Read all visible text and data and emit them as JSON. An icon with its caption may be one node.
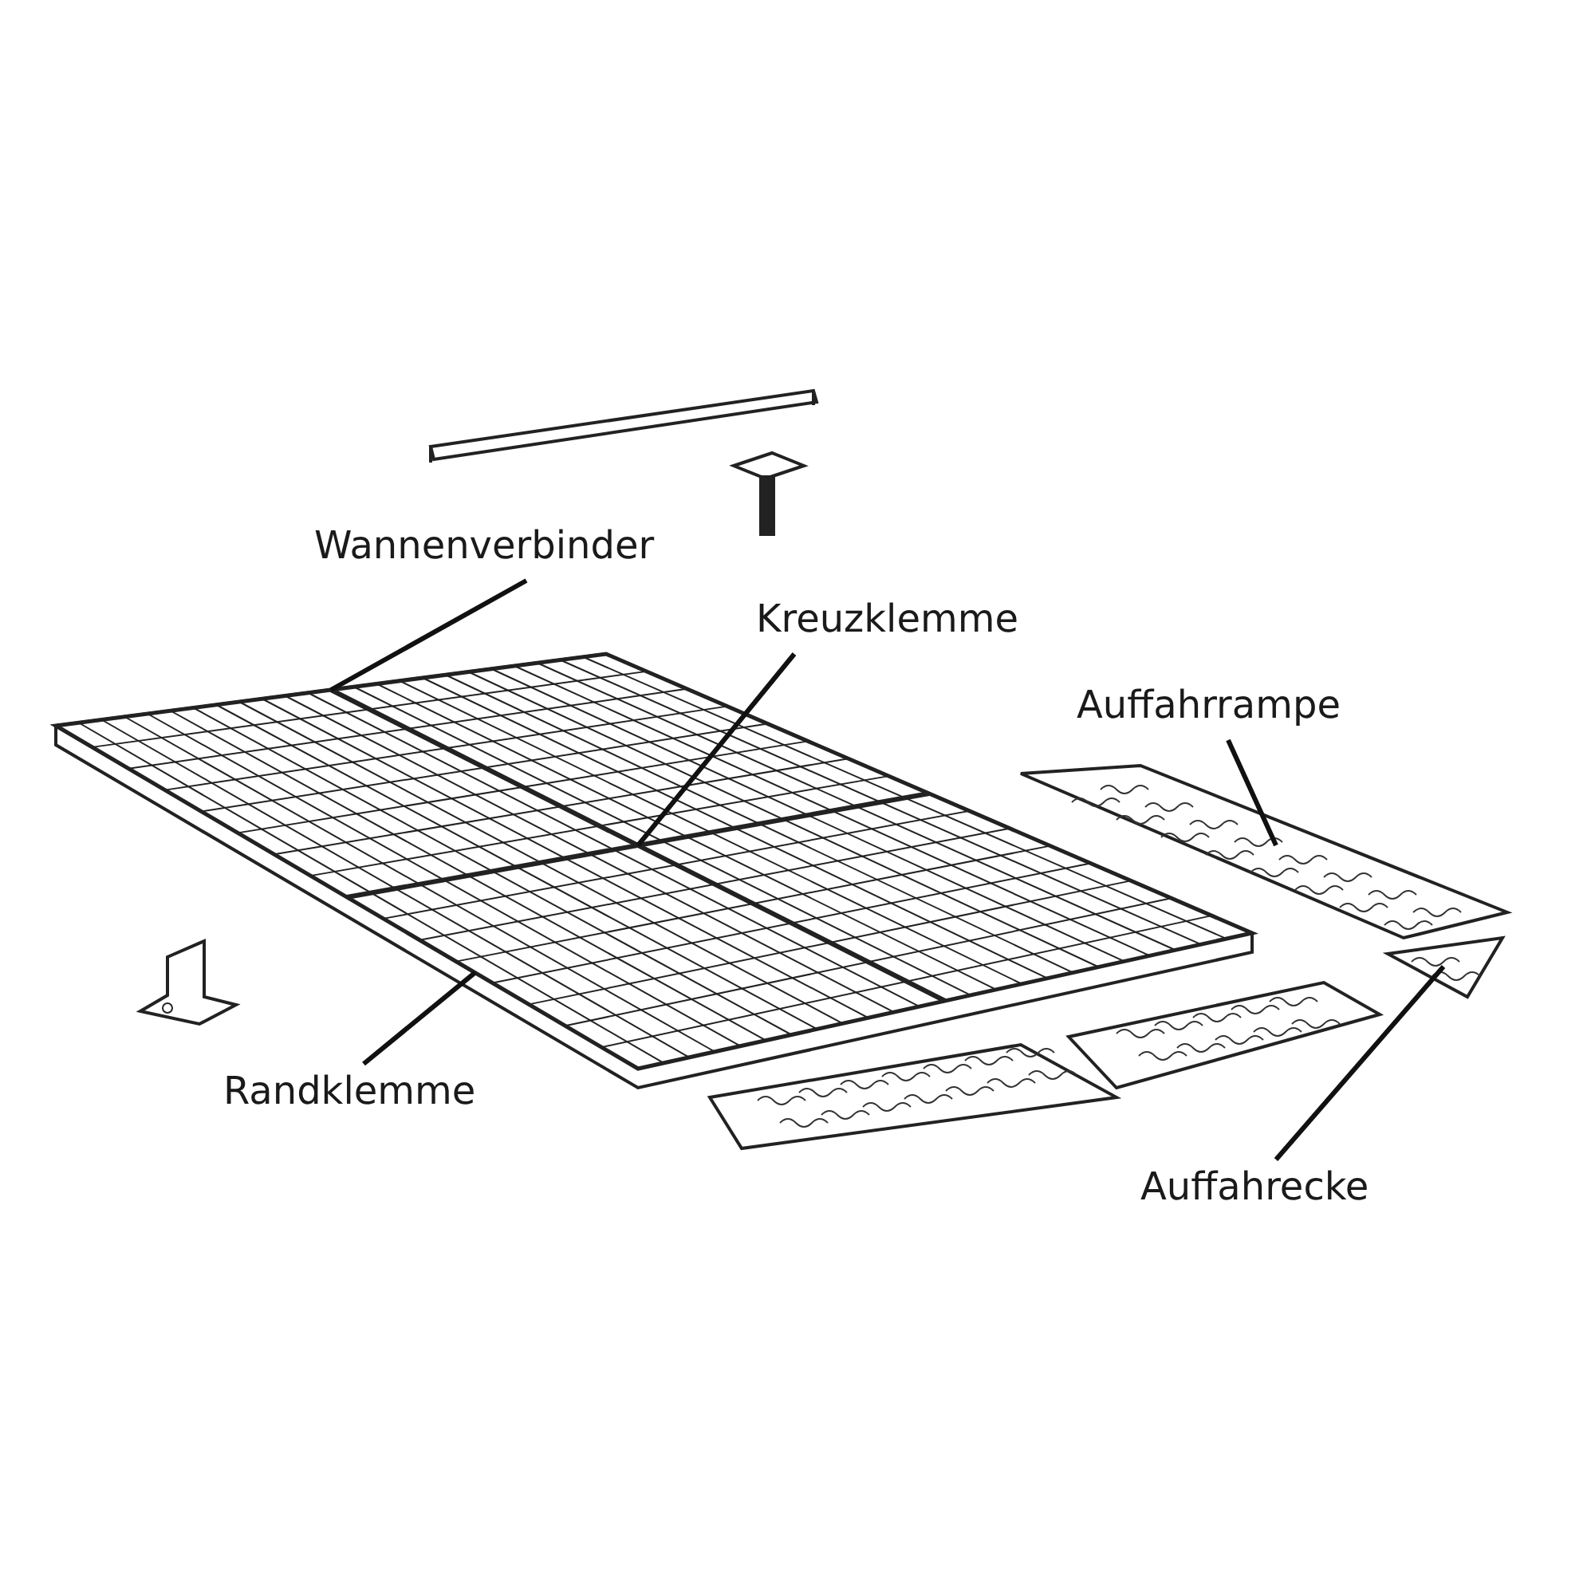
{
  "diagram": {
    "nodes": [
      {
        "text": [
          "Wannenverbinder"
        ]
      },
      {
        "text": [
          "Kreuzklemme"
        ]
      },
      {
        "text": [
          "Auffahrrampe"
        ]
      },
      {
        "text": [
          "Randklemme"
        ]
      },
      {
        "text": [
          "Auffahrecke"
        ]
      }
    ],
    "edges": [
      {
        "from": 0,
        "to": null,
        "arrow": "none"
      },
      {
        "from": 1,
        "to": null,
        "arrow": "none"
      },
      {
        "from": 2,
        "to": null,
        "arrow": "none"
      },
      {
        "from": 3,
        "to": null,
        "arrow": "none"
      },
      {
        "from": 4,
        "to": null,
        "arrow": "none"
      }
    ]
  }
}
